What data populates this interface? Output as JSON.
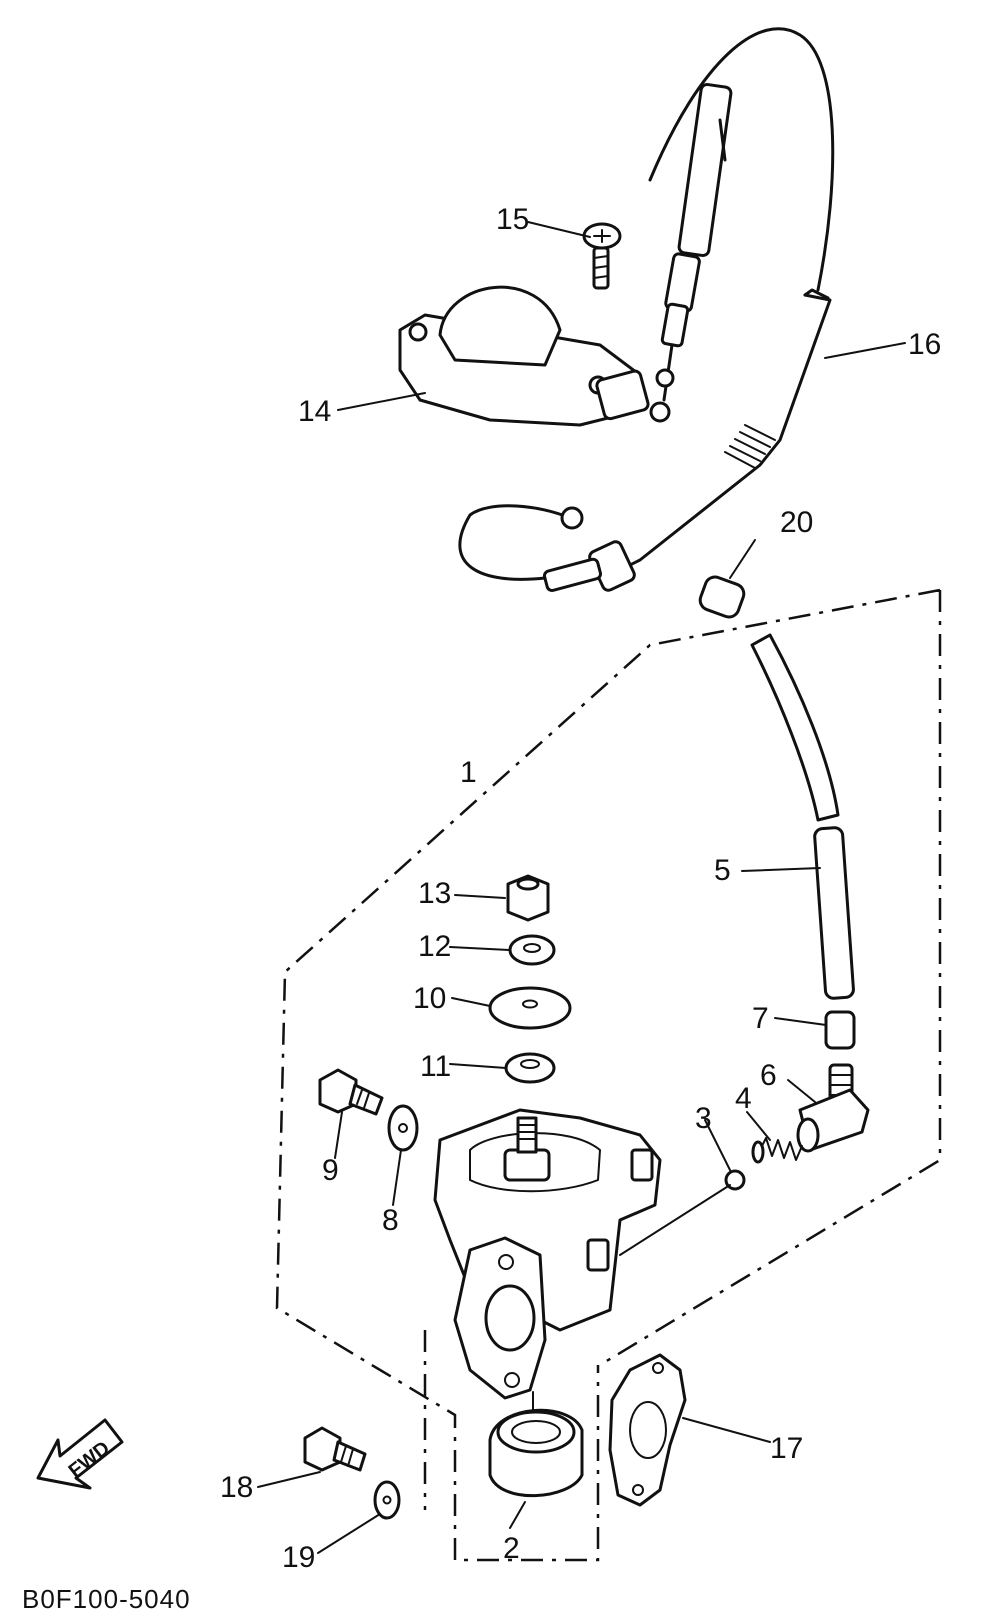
{
  "diagram_code": "B0F100-5040",
  "direction_label": "FWD",
  "callouts": [
    "1",
    "2",
    "3",
    "4",
    "5",
    "6",
    "7",
    "8",
    "9",
    "10",
    "11",
    "12",
    "13",
    "14",
    "15",
    "16",
    "17",
    "18",
    "19",
    "20"
  ]
}
